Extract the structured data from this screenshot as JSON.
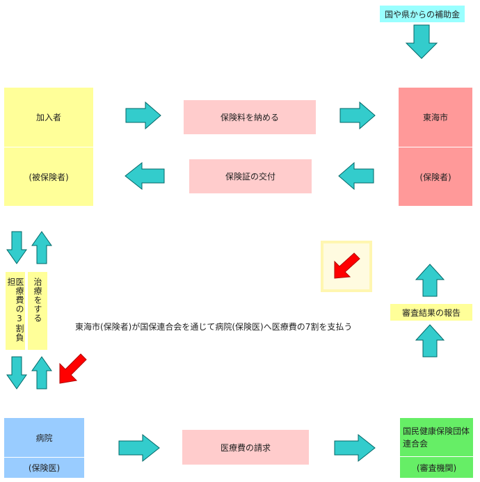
{
  "subsidy": {
    "label": "国や県からの補助金"
  },
  "member": {
    "title": "加入者",
    "role": "(被保険者)"
  },
  "city": {
    "title": "東海市",
    "role": "(保険者)"
  },
  "pay_premium": {
    "label": "保険料を納める"
  },
  "issue_card": {
    "label": "保険証の交付"
  },
  "copay": {
    "label": "医療費の3割負担"
  },
  "treatment": {
    "label": "治療をする"
  },
  "center_note": {
    "label": "東海市(保険者)が国保連合会を通じて病院(保険医)へ医療費の7割を支払う"
  },
  "review_report": {
    "label": "審査結果の報告"
  },
  "hospital": {
    "title": "病院",
    "role": "(保険医)"
  },
  "claim": {
    "label": "医療費の請求"
  },
  "federation": {
    "title": "国民健康保険団体連合会",
    "role": "(審査機関)"
  },
  "colors": {
    "arrow_fill": "#33cccc",
    "arrow_stroke": "#006666",
    "red_arrow": "#ff0000",
    "member_box": "#ffff99",
    "action_box": "#ffcccc",
    "city_box": "#ff9999",
    "hospital_box": "#99ccff",
    "federation_box": "#66ee66",
    "subsidy_box": "#99ffff"
  }
}
